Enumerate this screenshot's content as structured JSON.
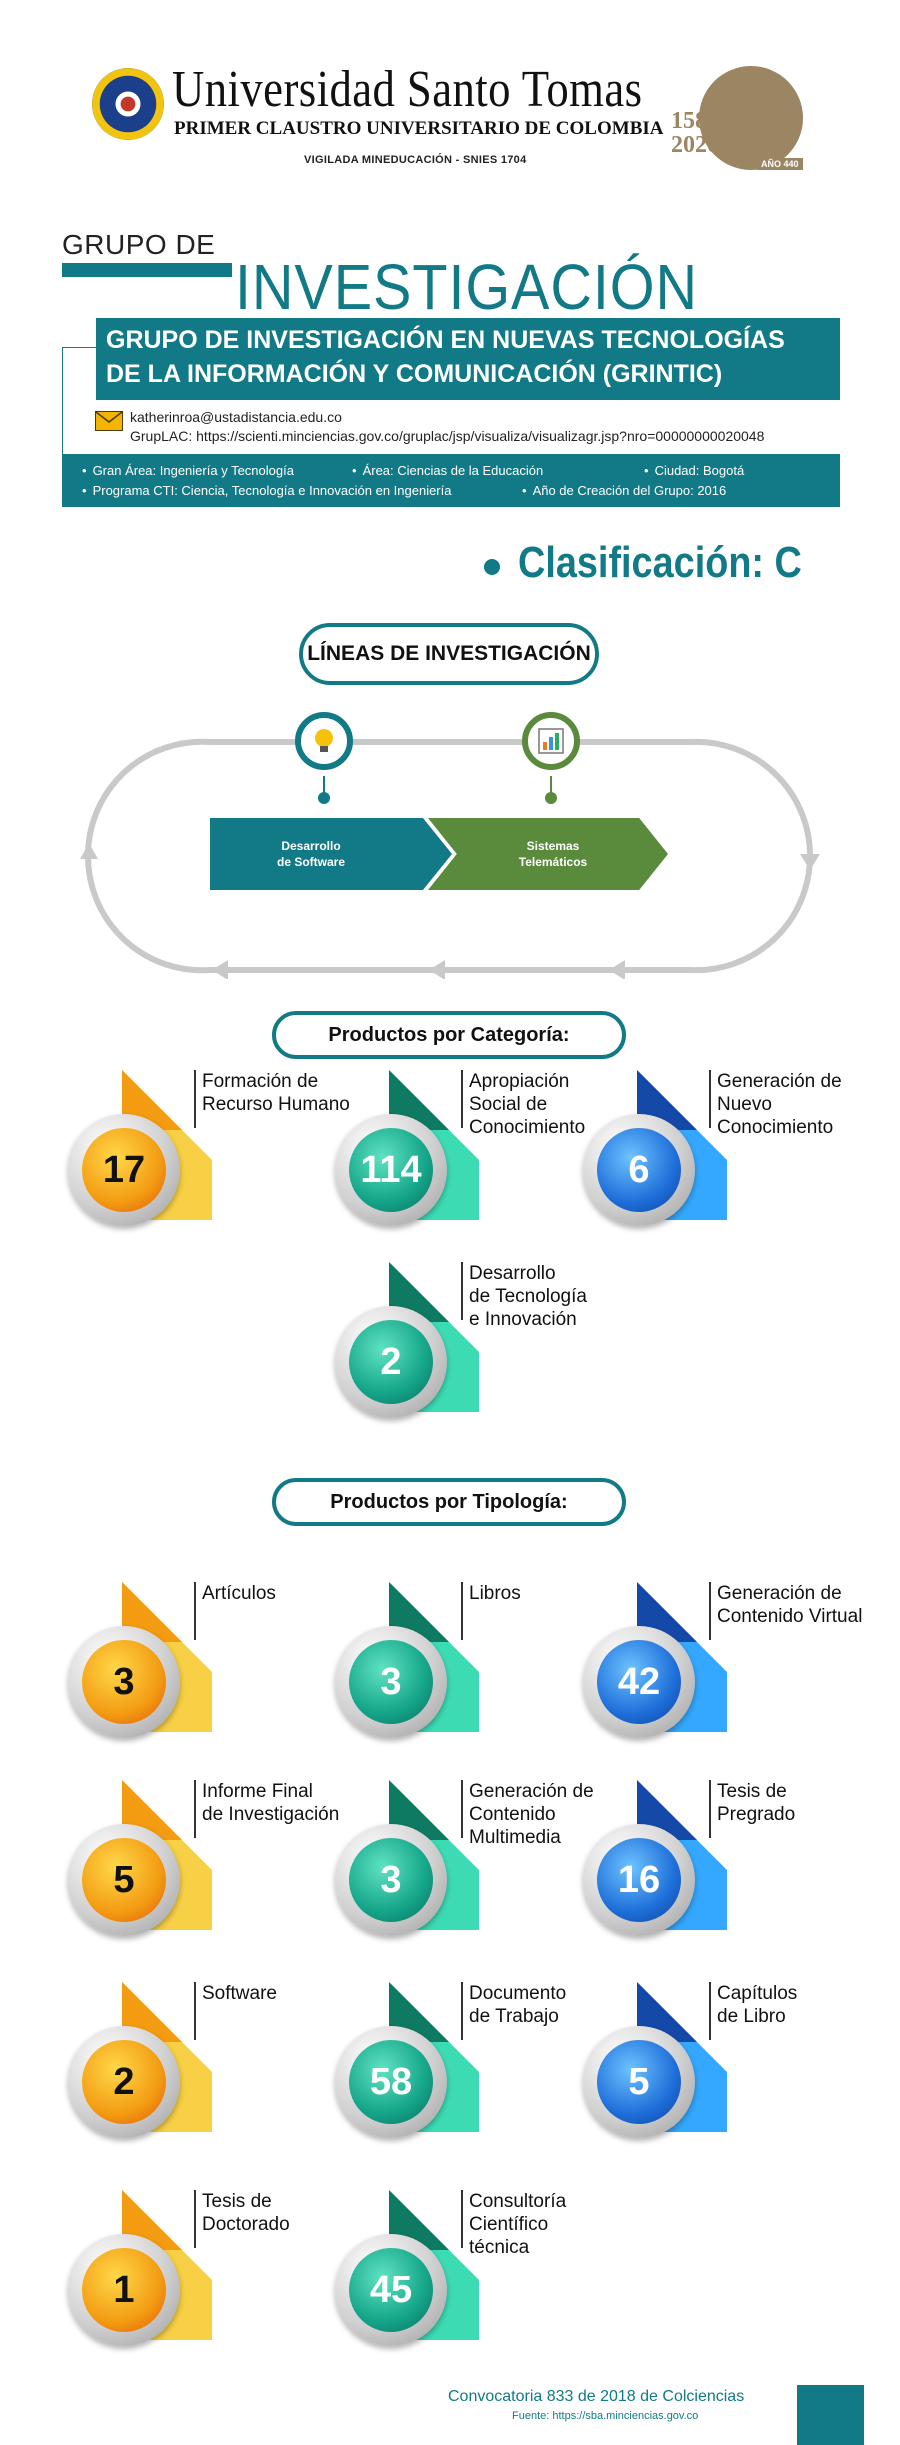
{
  "header": {
    "university": "Universidad Santo Tomas",
    "subtitle": "PRIMER CLAUSTRO UNIVERSITARIO DE COLOMBIA",
    "vigilada": "VIGILADA MINEDUCACIÓN - SNIES 1704",
    "anniversary_year_start": "1580",
    "anniversary_year_end": "2020",
    "anniversary_badge": "AÑO 440"
  },
  "group": {
    "heading_small": "GRUPO DE",
    "heading_large": "INVESTIGACIÓN",
    "name_line1": "GRUPO DE INVESTIGACIÓN EN NUEVAS TECNOLOGÍAS",
    "name_line2": "DE LA INFORMACIÓN Y COMUNICACIÓN (GRINTIC)",
    "email": "katherinroa@ustadistancia.edu.co",
    "gruplac": "GrupLAC: https://scienti.minciencias.gov.co/gruplac/jsp/visualiza/visualizagr.jsp?nro=00000000020048",
    "facts": {
      "gran_area": "Gran Área: Ingeniería y Tecnología",
      "area": "Área: Ciencias de la Educación",
      "ciudad": "Ciudad: Bogotá",
      "programa": "Programa CTI: Ciencia, Tecnología e Innovación en Ingeniería",
      "anio": "Año de Creación del Grupo: 2016"
    }
  },
  "clasificacion": "Clasificación: C",
  "lineas": {
    "title": "LÍNEAS DE INVESTIGACIÓN",
    "items": [
      {
        "label_line1": "Desarrollo",
        "label_line2": "de Software",
        "icon": "lightbulb-icon",
        "color": "#117a86"
      },
      {
        "label_line1": "Sistemas",
        "label_line2": "Telemáticos",
        "icon": "chart-icon",
        "color": "#5a8a3c"
      }
    ]
  },
  "categoria": {
    "title": "Productos por Categoría:",
    "items": [
      {
        "label": [
          "Formación de",
          "Recurso Humano"
        ],
        "value": "17",
        "color": "orange"
      },
      {
        "label": [
          "Apropiación",
          "Social de",
          "Conocimiento"
        ],
        "value": "114",
        "color": "teal"
      },
      {
        "label": [
          "Generación de",
          "Nuevo",
          "Conocimiento"
        ],
        "value": "6",
        "color": "blue"
      },
      {
        "label": [
          "Desarrollo",
          "de Tecnología",
          "e Innovación"
        ],
        "value": "2",
        "color": "teal"
      }
    ]
  },
  "tipologia": {
    "title": "Productos por Tipología:",
    "items": [
      {
        "label": [
          "Artículos"
        ],
        "value": "3",
        "color": "orange"
      },
      {
        "label": [
          "Libros"
        ],
        "value": "3",
        "color": "teal"
      },
      {
        "label": [
          "Generación de",
          "Contenido Virtual"
        ],
        "value": "42",
        "color": "blue"
      },
      {
        "label": [
          "Informe Final",
          "de Investigación"
        ],
        "value": "5",
        "color": "orange"
      },
      {
        "label": [
          "Generación de",
          "Contenido",
          "Multimedia"
        ],
        "value": "3",
        "color": "teal"
      },
      {
        "label": [
          "Tesis de",
          "Pregrado"
        ],
        "value": "16",
        "color": "blue"
      },
      {
        "label": [
          "Software"
        ],
        "value": "2",
        "color": "orange"
      },
      {
        "label": [
          "Documento",
          "de Trabajo"
        ],
        "value": "58",
        "color": "teal"
      },
      {
        "label": [
          "Capítulos",
          "de Libro"
        ],
        "value": "5",
        "color": "blue"
      },
      {
        "label": [
          "Tesis de",
          "Doctorado"
        ],
        "value": "1",
        "color": "orange"
      },
      {
        "label": [
          "Consultoría",
          "Científico",
          "técnica"
        ],
        "value": "45",
        "color": "teal"
      }
    ]
  },
  "footer": {
    "convocatoria": "Convocatoria 833 de 2018 de Colciencias",
    "fuente": "Fuente: https://sba.minciencias.gov.co"
  },
  "colors": {
    "teal": "#117a86",
    "orange": "#f39c12",
    "green": "#5a8a3c",
    "blue": "#1e6fd9"
  }
}
